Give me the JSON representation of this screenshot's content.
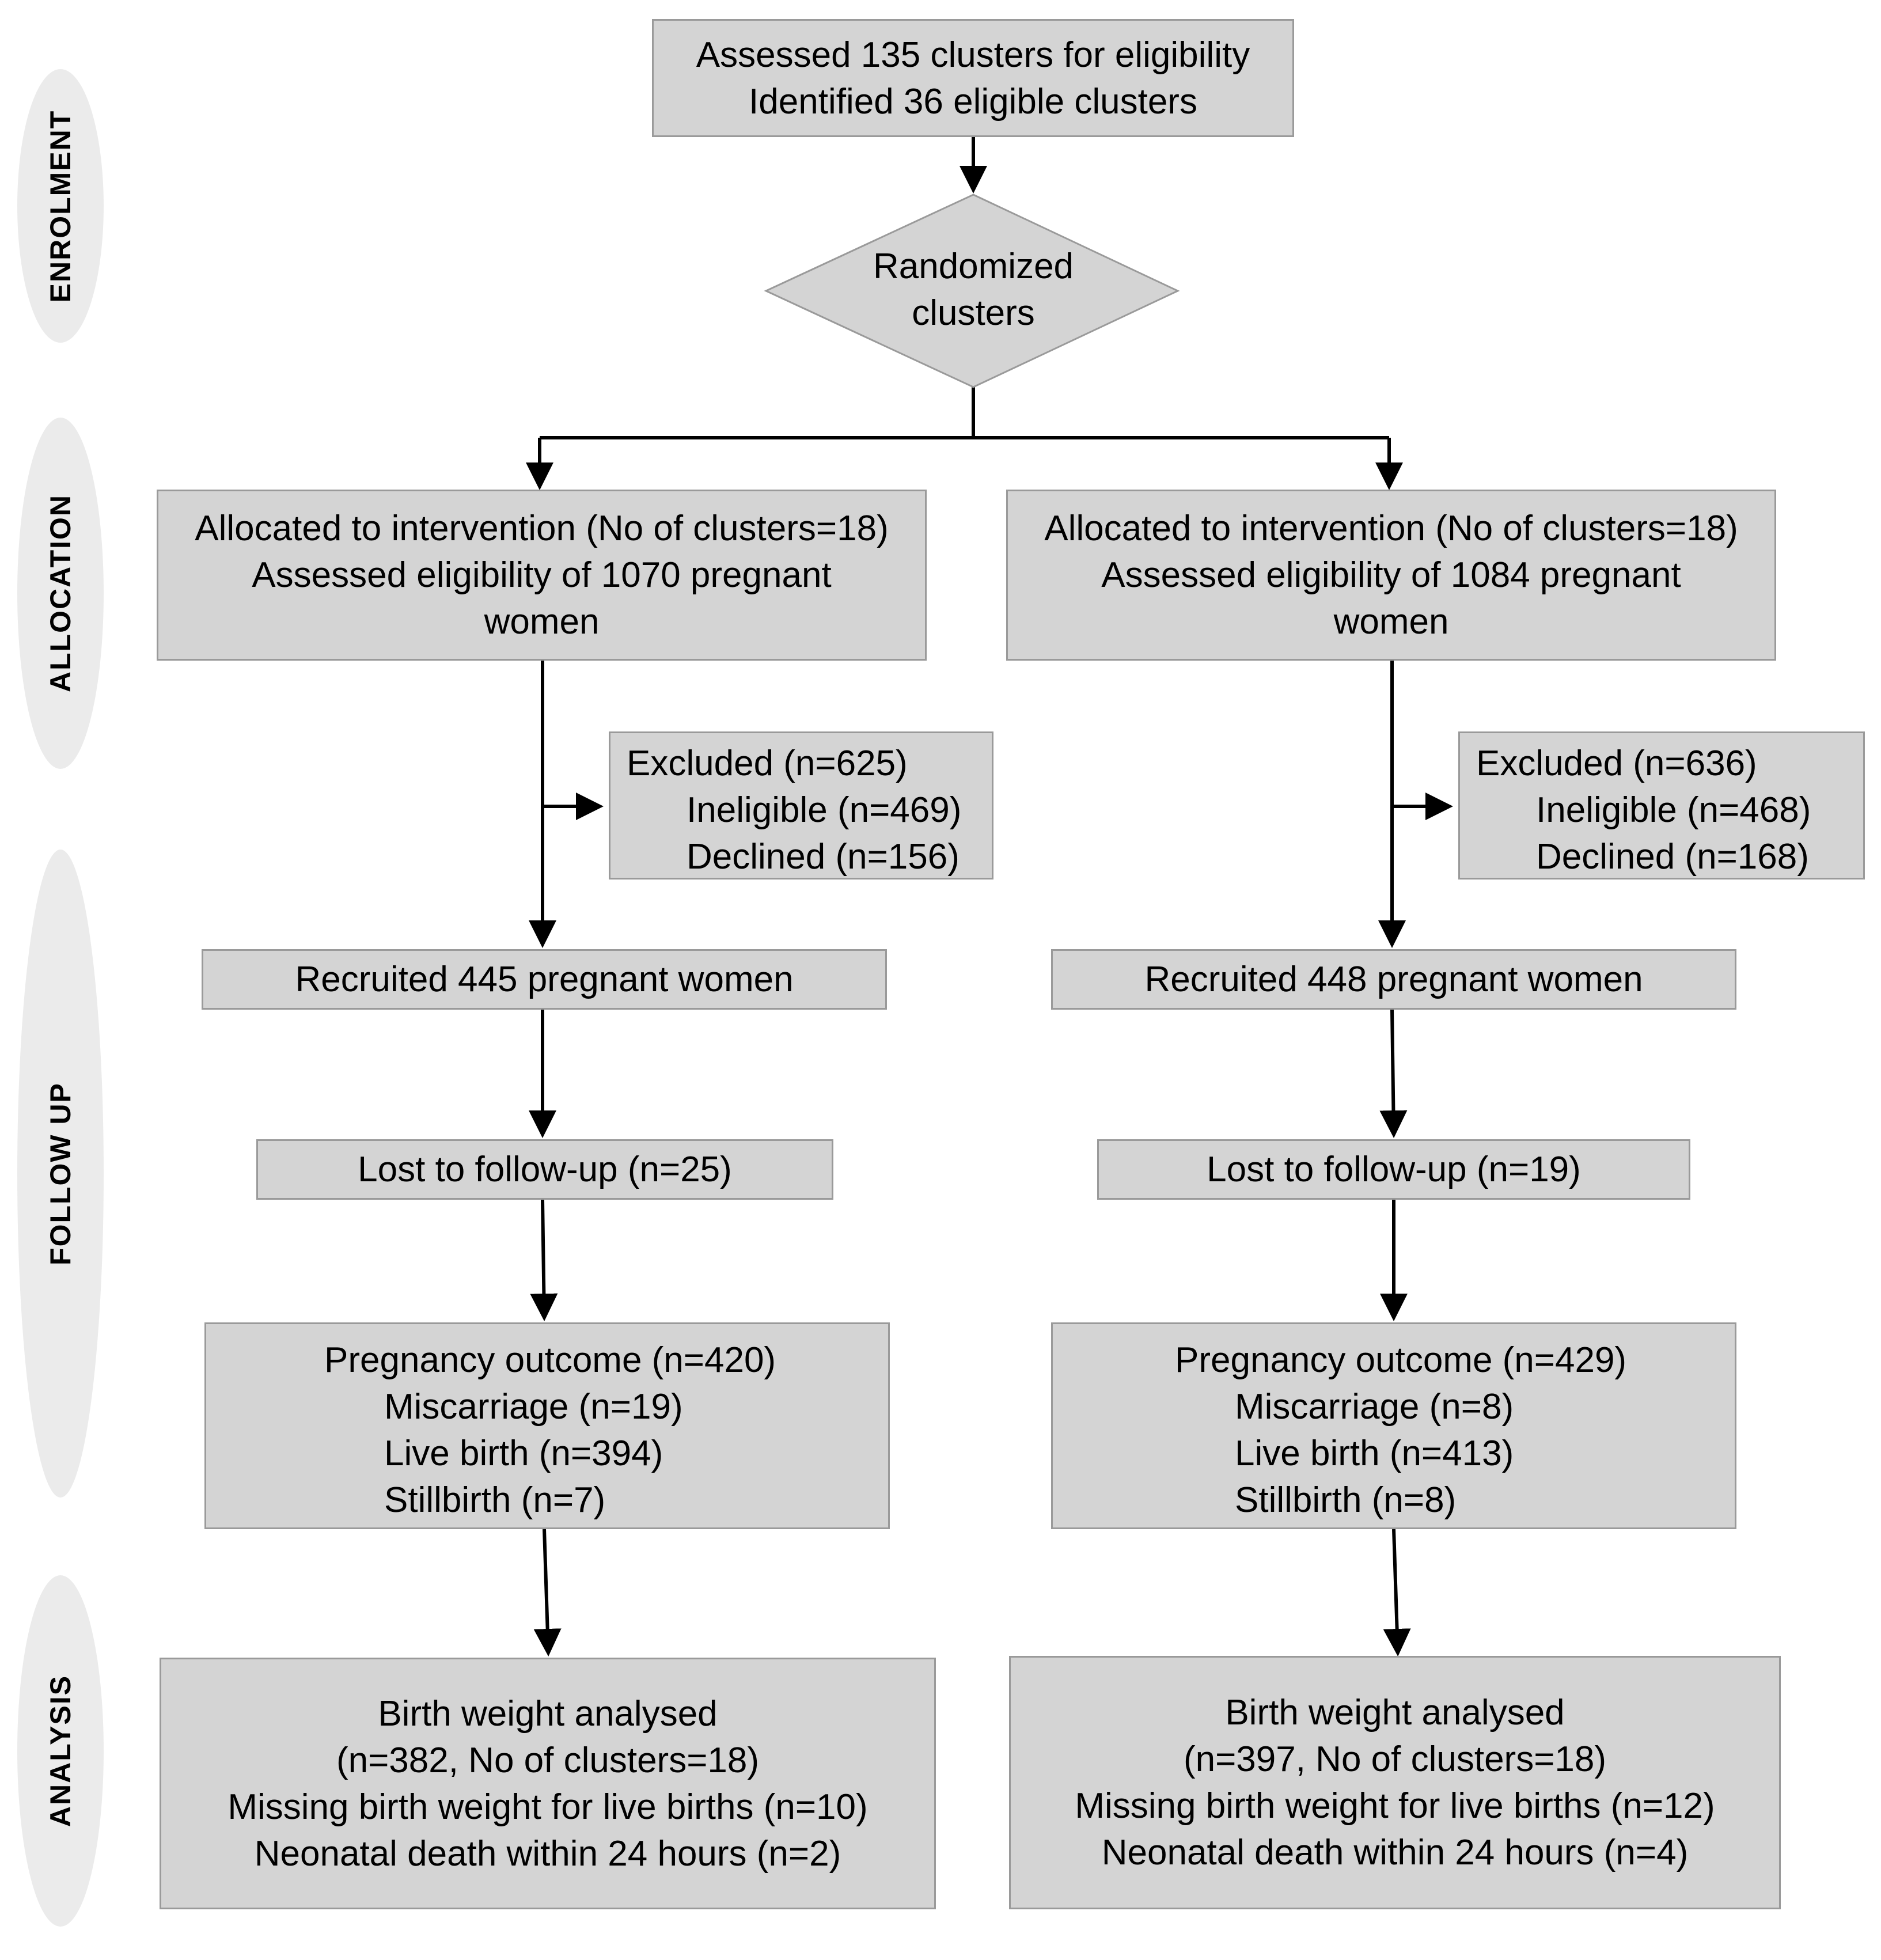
{
  "phases": {
    "enrolment": "ENROLMENT",
    "allocation": "ALLOCATION",
    "follow_up": "FOLLOW UP",
    "analysis": "ANALYSIS"
  },
  "enrolment": {
    "line1": "Assessed 135 clusters for eligibility",
    "line2": "Identified 36 eligible clusters"
  },
  "randomized": {
    "line1": "Randomized",
    "line2": "clusters"
  },
  "left": {
    "allocation": {
      "line1": "Allocated to intervention (No of clusters=18)",
      "line2": "Assessed eligibility of 1070 pregnant",
      "line3": "women"
    },
    "excluded": {
      "title": "Excluded (n=625)",
      "ineligible": "Ineligible (n=469)",
      "declined": "Declined (n=156)"
    },
    "recruited": "Recruited 445 pregnant women",
    "lost": "Lost to follow-up (n=25)",
    "outcome": {
      "title": "Pregnancy outcome (n=420)",
      "miscarriage": "Miscarriage (n=19)",
      "live_birth": "Live birth (n=394)",
      "stillbirth": "Stillbirth (n=7)"
    },
    "analysis": {
      "line1": "Birth weight analysed",
      "line2": "(n=382, No of clusters=18)",
      "line3": "Missing birth weight for live births (n=10)",
      "line4": "Neonatal death within 24 hours (n=2)"
    }
  },
  "right": {
    "allocation": {
      "line1": "Allocated to intervention (No of clusters=18)",
      "line2": "Assessed eligibility of 1084 pregnant",
      "line3": "women"
    },
    "excluded": {
      "title": "Excluded (n=636)",
      "ineligible": "Ineligible (n=468)",
      "declined": "Declined (n=168)"
    },
    "recruited": "Recruited 448 pregnant women",
    "lost": "Lost to follow-up (n=19)",
    "outcome": {
      "title": "Pregnancy outcome (n=429)",
      "miscarriage": "Miscarriage (n=8)",
      "live_birth": "Live birth (n=413)",
      "stillbirth": "Stillbirth (n=8)"
    },
    "analysis": {
      "line1": "Birth weight analysed",
      "line2": "(n=397, No of clusters=18)",
      "line3": "Missing birth weight for live births (n=12)",
      "line4": "Neonatal death within 24 hours (n=4)"
    }
  }
}
